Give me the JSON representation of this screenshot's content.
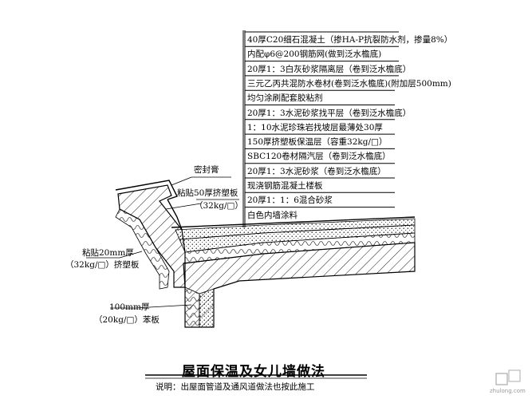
{
  "layers": [
    "40厚C20细石混凝土（掺HA-P抗裂防水剂，掺量8%）",
    "内配φ6@200钢筋网(做到泛水檐底)",
    "20厚1：3白灰砂浆隔离层（卷到泛水檐底）",
    "三元乙丙共混防水卷材(卷到泛水檐底)(附加层500mm)",
    "均匀涂刷配套胶粘剂",
    "20厚1：3水泥砂浆找平层（卷到泛水檐底）",
    "1：10水泥珍珠岩找坡层最薄处30厚",
    "150厚挤塑板保温层（容重32kg/□）",
    "SBC120卷材隔汽层（卷到泛水檐底）",
    "20厚1：3水泥砂浆（卷到泛水檐底）",
    "现浇钢筋混凝土楼板",
    "20厚1：1：6混合砂浆",
    "白色内墙涂料"
  ],
  "annotations": {
    "sealant": "密封膏",
    "board50_line1": "粘贴50厚挤塑板",
    "board50_line2": "（32kg/□）",
    "board20_line1": "粘贴20mm厚",
    "board20_line2": "（32kg/□）挤塑板",
    "board100_line1": "100mm厚",
    "board100_line2": "（20kg/□）苯板"
  },
  "title": "屋面保温及女儿墙做法",
  "subtitle": "说明：出屋面管道及通风道做法也按此施工",
  "watermark": "zhulong.com"
}
